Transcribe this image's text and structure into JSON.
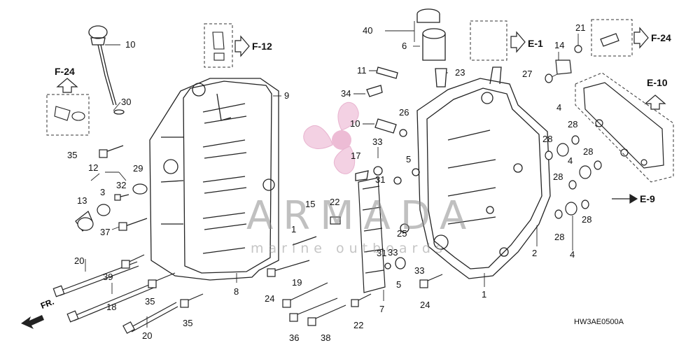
{
  "diagram_code": "HW3AE0500A",
  "front_marker": "FR.",
  "watermark": {
    "brand": "ARMADA",
    "tagline": "marine outboards",
    "color": "#e8a6c8"
  },
  "ref_codes": [
    "F-24",
    "F-12",
    "E-1",
    "F-24",
    "E-10",
    "E-9"
  ],
  "part_callouts": [
    "10",
    "30",
    "9",
    "35",
    "12",
    "29",
    "3",
    "32",
    "13",
    "37",
    "20",
    "39",
    "18",
    "20",
    "35",
    "35",
    "15",
    "1",
    "22",
    "19",
    "24",
    "36",
    "38",
    "8",
    "40",
    "6",
    "11",
    "23",
    "34",
    "10",
    "26",
    "33",
    "17",
    "5",
    "31",
    "25",
    "33",
    "31",
    "33",
    "5",
    "22",
    "7",
    "24",
    "27",
    "21",
    "14",
    "4",
    "28",
    "28",
    "4",
    "28",
    "28",
    "2",
    "28",
    "4",
    "28",
    "1"
  ]
}
